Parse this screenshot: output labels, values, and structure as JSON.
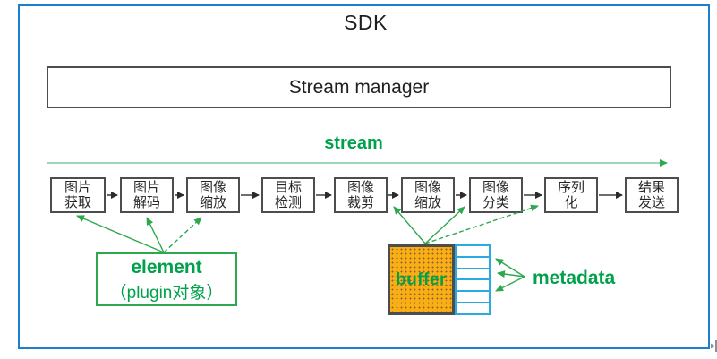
{
  "diagram": {
    "title": "SDK",
    "stream_manager_label": "Stream manager",
    "stream_label": "stream",
    "pipeline": {
      "stages": [
        {
          "line1": "图片",
          "line2": "获取"
        },
        {
          "line1": "图片",
          "line2": "解码"
        },
        {
          "line1": "图像",
          "line2": "缩放"
        },
        {
          "line1": "目标",
          "line2": "检测"
        },
        {
          "line1": "图像",
          "line2": "裁剪"
        },
        {
          "line1": "图像",
          "line2": "缩放"
        },
        {
          "line1": "图像",
          "line2": "分类"
        },
        {
          "line1": "序列",
          "line2": "化"
        },
        {
          "line1": "结果",
          "line2": "发送"
        }
      ]
    },
    "element_box": {
      "line1": "element",
      "line2": "（plugin对象）"
    },
    "buffer_label": "buffer",
    "metadata_label": "metadata",
    "colors": {
      "frame_blue": "#1b7fd0",
      "diagram_green": "#00a14b",
      "arrow_green": "#2ea84e",
      "stream_line_green": "#7ccb9b",
      "box_border_gray": "#4d4d4d",
      "buffer_orange": "#f9ae13",
      "cell_cyan": "#29abe2"
    }
  }
}
